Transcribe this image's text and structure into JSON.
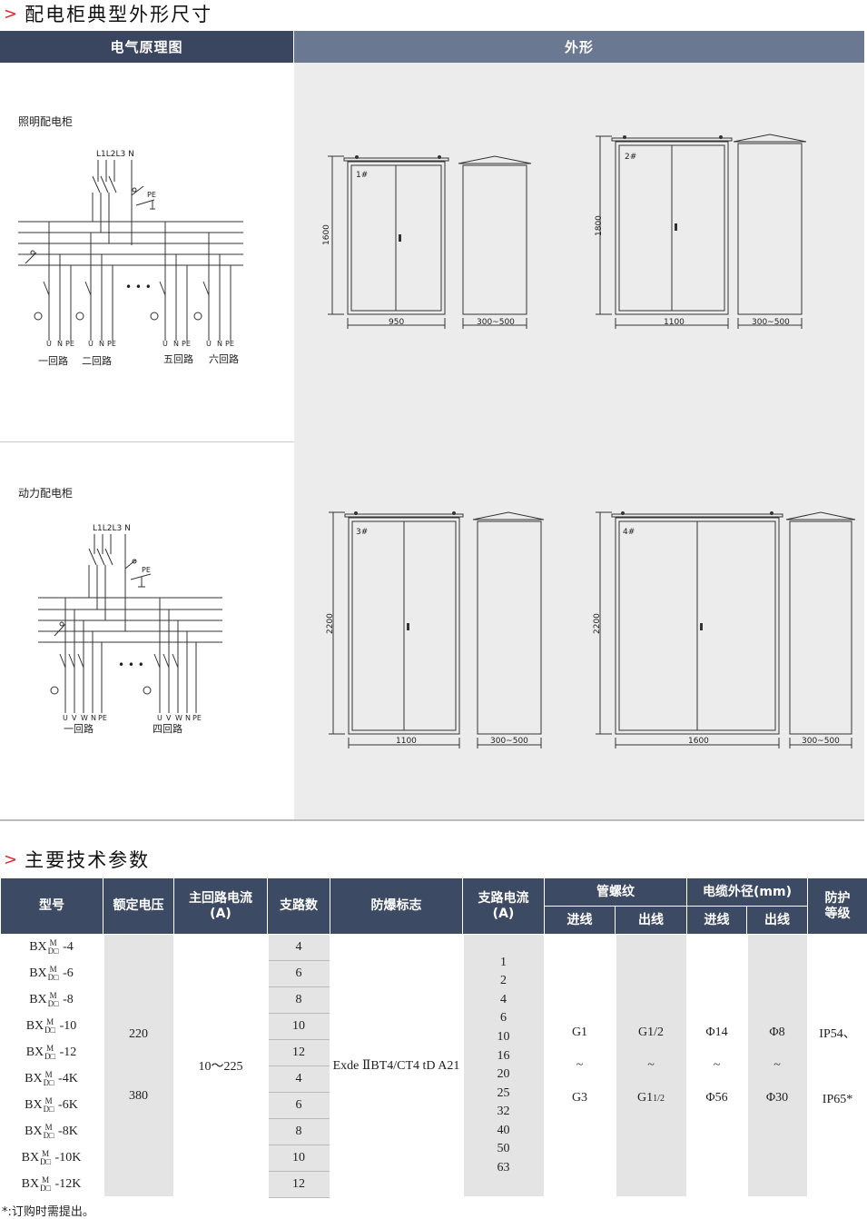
{
  "section1": {
    "title": "配电柜典型外形尺寸",
    "col_left": "电气原理图",
    "col_right": "外形"
  },
  "lighting": {
    "label": "照明配电柜",
    "bus": "L1L2L3 N",
    "pe": "PE",
    "terms": [
      "U",
      "N",
      "PE"
    ],
    "dots": "• • •",
    "circuits": [
      "一回路",
      "二回路",
      "五回路",
      "六回路"
    ]
  },
  "power": {
    "label": "动力配电柜",
    "bus": "L1L2L3 N",
    "pe": "PE",
    "terms": [
      "U",
      "V",
      "W",
      "N",
      "PE"
    ],
    "dots": "• • •",
    "circuits": [
      "一回路",
      "四回路"
    ]
  },
  "cabinets": [
    {
      "tag": "1#",
      "height": "1600",
      "width": "950",
      "depth": "300~500"
    },
    {
      "tag": "2#",
      "height": "1800",
      "width": "1100",
      "depth": "300~500"
    },
    {
      "tag": "3#",
      "height": "2200",
      "width": "1100",
      "depth": "300~500"
    },
    {
      "tag": "4#",
      "height": "2200",
      "width": "1600",
      "depth": "300~500"
    }
  ],
  "section2": {
    "title": "主要技术参数"
  },
  "table": {
    "h_model": "型号",
    "h_voltage": "额定电压",
    "h_main1": "主回路电流",
    "h_main2": "(A)",
    "h_branches": "支路数",
    "h_ex": "防爆标志",
    "h_bc1": "支路电流",
    "h_bc2": "(A)",
    "h_thread": "管螺纹",
    "h_cable": "电缆外径(mm)",
    "h_prot1": "防护",
    "h_prot2": "等级",
    "h_in": "进线",
    "h_out": "出线",
    "h_in2": "进线",
    "h_out2": "出线",
    "model_prefix": "BX",
    "model_sup": "M",
    "model_sub": "D□",
    "rows": [
      {
        "suffix": "-4",
        "branches": "4"
      },
      {
        "suffix": "-6",
        "branches": "6"
      },
      {
        "suffix": "-8",
        "branches": "8"
      },
      {
        "suffix": "-10",
        "branches": "10"
      },
      {
        "suffix": "-12",
        "branches": "12"
      },
      {
        "suffix": "-4K",
        "branches": "4"
      },
      {
        "suffix": "-6K",
        "branches": "6"
      },
      {
        "suffix": "-8K",
        "branches": "8"
      },
      {
        "suffix": "-10K",
        "branches": "10"
      },
      {
        "suffix": "-12K",
        "branches": "12"
      }
    ],
    "voltages": [
      "220",
      "380"
    ],
    "main_current": "10～225",
    "ex_mark": "Exde ⅡBT4/CT4 tD A21",
    "branch_currents": [
      "1",
      "2",
      "4",
      "6",
      "10",
      "16",
      "20",
      "25",
      "32",
      "40",
      "50",
      "63"
    ],
    "thread_in": [
      "G1",
      "~",
      "G3"
    ],
    "thread_out": [
      "G1/2",
      "~",
      "G1",
      ""
    ],
    "thread_out_small": "1/2",
    "cable_in": [
      "Φ14",
      "~",
      "Φ56"
    ],
    "cable_out": [
      "Φ8",
      "~",
      "Φ30"
    ],
    "protection": [
      "IP54、",
      "IP65*"
    ]
  },
  "footnote": "*:订购时需提出。"
}
